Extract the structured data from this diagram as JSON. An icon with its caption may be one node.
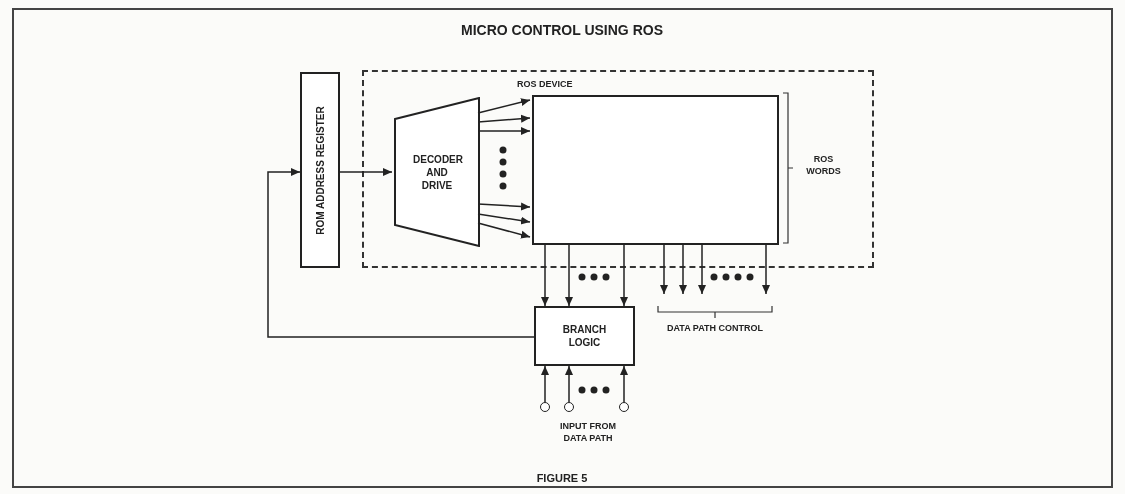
{
  "diagram": {
    "title": "MICRO CONTROL USING ROS",
    "caption": "FIGURE 5",
    "nodes": [
      {
        "text": [
          "ROS DEVICE"
        ]
      },
      {
        "text": [
          "ROM ADDRESS REGISTER"
        ]
      },
      {
        "text": [
          "DECODER AND DRIVE"
        ],
        "in": 0
      },
      {
        "text": [],
        "shape": "box",
        "in": 0
      },
      {
        "text": [
          "BRANCH LOGIC"
        ]
      },
      {
        "text": [],
        "shape": "circle"
      },
      {
        "text": [],
        "shape": "circle"
      },
      {
        "text": [],
        "shape": "circle"
      }
    ],
    "edges": [
      {
        "from": 1,
        "to": 2,
        "arrow": "to"
      },
      {
        "from": 2,
        "to": 3,
        "arrow": "to"
      },
      {
        "from": 2,
        "to": 3,
        "arrow": "to"
      },
      {
        "from": 2,
        "to": 3,
        "arrow": "to"
      },
      {
        "from": 2,
        "to": 3,
        "arrow": "to"
      },
      {
        "from": 2,
        "to": 3,
        "arrow": "to"
      },
      {
        "from": 2,
        "to": 3,
        "arrow": "to"
      },
      {
        "from": 3,
        "to": 4,
        "arrow": "to"
      },
      {
        "from": 3,
        "to": 4,
        "arrow": "to"
      },
      {
        "from": 3,
        "to": 4,
        "arrow": "to"
      },
      {
        "from": 3,
        "to": null,
        "arrow": "to"
      },
      {
        "from": 3,
        "to": null,
        "arrow": "to"
      },
      {
        "from": 3,
        "to": null,
        "arrow": "to"
      },
      {
        "from": 3,
        "to": null,
        "arrow": "to"
      },
      {
        "from": 4,
        "to": 1,
        "arrow": "to"
      },
      {
        "from": 5,
        "to": 4,
        "arrow": "to"
      },
      {
        "from": 6,
        "to": 4,
        "arrow": "to"
      },
      {
        "from": 7,
        "to": 4,
        "arrow": "to"
      }
    ],
    "labels": [
      "ROS WORDS",
      "DATA PATH CONTROL",
      "INPUT FROM DATA PATH"
    ]
  }
}
